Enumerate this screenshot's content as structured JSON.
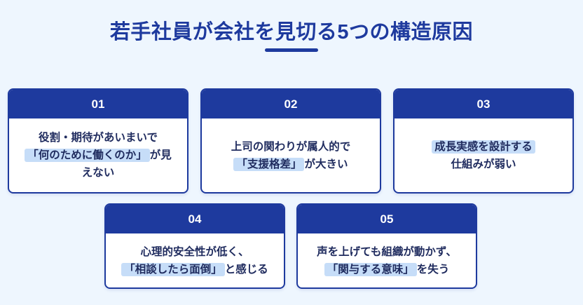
{
  "title": "若手社員が会社を見切る5つの構造原因",
  "cards": [
    {
      "number": "01",
      "line1": "役割・期待があいまいで",
      "highlight": "「何のために働くのか」",
      "after": "が見",
      "line3": "えない"
    },
    {
      "number": "02",
      "line1": "上司の関わりが属人的で",
      "highlight": "「支援格差」",
      "after": "が大きい"
    },
    {
      "number": "03",
      "highlight": "成長実感を設計する",
      "line2": "仕組みが弱い"
    },
    {
      "number": "04",
      "line1": "心理的安全性が低く、",
      "highlight": "「相談したら面倒」",
      "after": "と感じる"
    },
    {
      "number": "05",
      "line1": "声を上げても組織が動かず、",
      "highlight": "「関与する意味」",
      "after": "を失う"
    }
  ]
}
